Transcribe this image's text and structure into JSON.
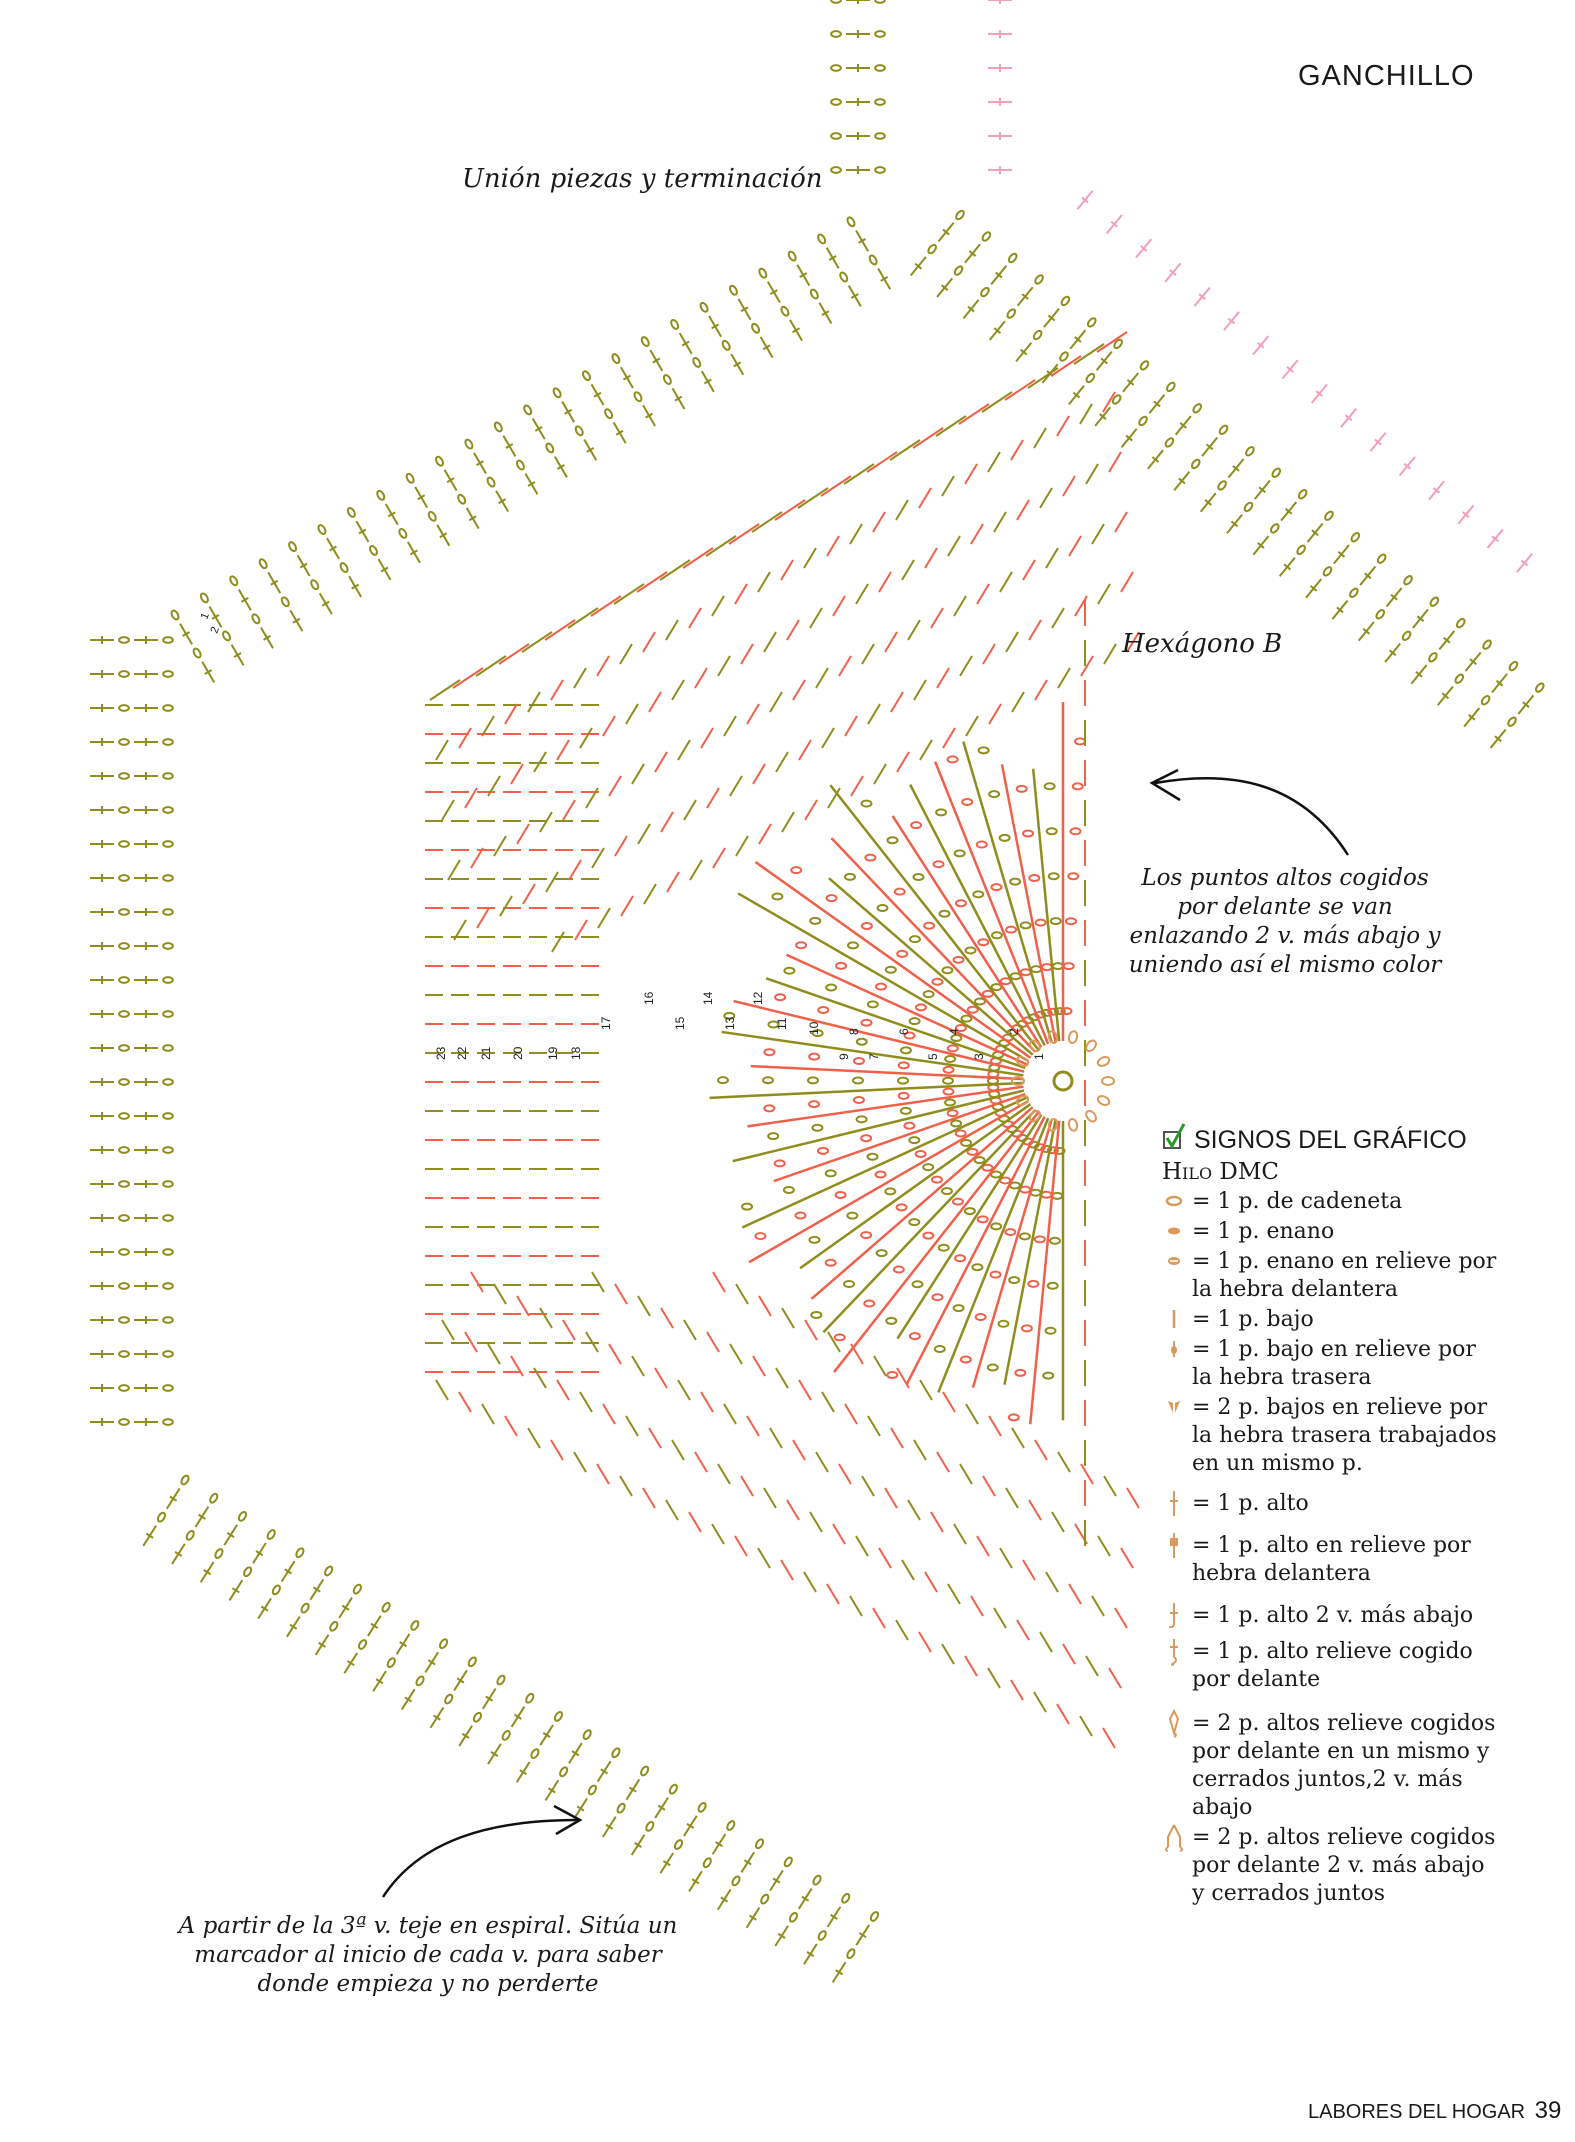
{
  "header": {
    "section": "GANCHILLO"
  },
  "captions": {
    "union": "Unión piezas y terminación",
    "hexagon": "Hexágono B",
    "front_posts": "Los puntos altos cogidos por delante se van enlazando 2 v. más abajo y uniendo así el mismo color",
    "spiral": "A partir de la 3ª v. teje en espiral. Sitúa un marcador al inicio de cada v. para saber donde empieza y no perderte"
  },
  "round_numbers": [
    "1",
    "2",
    "3",
    "4",
    "5",
    "6",
    "7",
    "8",
    "9",
    "10",
    "11",
    "12",
    "13",
    "14",
    "15",
    "16",
    "17",
    "18",
    "19",
    "20",
    "21",
    "22",
    "23"
  ],
  "frame_numbers": [
    "1",
    "2"
  ],
  "colors": {
    "olive": "#8f8d1c",
    "coral": "#f0604a",
    "pink": "#f2a0b6",
    "tan": "#d99a5c",
    "check": "#2a9a2a"
  },
  "legend": {
    "title": "SIGNOS DEL GRÁFICO",
    "subtitle": "Hilo DMC",
    "items": [
      {
        "icon": "chain-stitch-icon",
        "text": "= 1 p. de cadeneta"
      },
      {
        "icon": "slip-stitch-icon",
        "text": "= 1 p. enano"
      },
      {
        "icon": "front-loop-slip-stitch-icon",
        "text": "= 1 p. enano en relieve por la hebra delantera"
      },
      {
        "icon": "single-crochet-icon",
        "text": "= 1 p. bajo"
      },
      {
        "icon": "back-loop-single-crochet-icon",
        "text": "= 1 p. bajo en relieve por la hebra trasera"
      },
      {
        "icon": "two-back-loop-single-crochet-icon",
        "text": "= 2 p. bajos en relieve por la hebra trasera trabajados en un mismo p."
      },
      {
        "icon": "double-crochet-icon",
        "text": "= 1 p. alto"
      },
      {
        "icon": "front-loop-double-crochet-icon",
        "text": "= 1 p. alto en relieve por hebra delantera"
      },
      {
        "icon": "double-crochet-two-rounds-below-icon",
        "text": "= 1 p. alto 2 v. más abajo"
      },
      {
        "icon": "front-post-double-crochet-icon",
        "text": "= 1 p. alto relieve cogido por delante"
      },
      {
        "icon": "two-front-post-dc-together-icon",
        "text": "= 2 p. altos relieve cogidos por delante en un mismo y cerrados juntos,2 v. más abajo"
      },
      {
        "icon": "two-front-post-dc-closed-icon",
        "text": "= 2 p. altos relieve cogidos por delante 2 v. más abajo y cerrados juntos"
      }
    ]
  },
  "footer": {
    "magazine": "LABORES DEL HOGAR",
    "page": "39"
  }
}
